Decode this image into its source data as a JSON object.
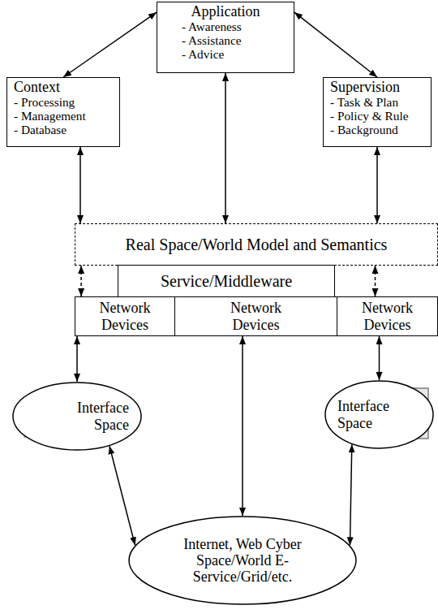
{
  "diagram": {
    "nodes": [
      {
        "text": [
          "Application",
          "- Awareness",
          "- Assistance",
          "- Advice"
        ]
      },
      {
        "text": [
          "Context",
          "- Processing",
          "- Management",
          "- Database"
        ]
      },
      {
        "text": [
          "Supervision",
          "- Task & Plan",
          "- Policy & Rule",
          "- Background"
        ]
      },
      {
        "text": [
          "Real Space/World Model and Semantics"
        ]
      },
      {
        "text": [
          "Service/Middleware"
        ]
      },
      {
        "text": [
          "Network Devices"
        ]
      },
      {
        "text": [
          "Network Devices"
        ]
      },
      {
        "text": [
          "Network Devices"
        ]
      },
      {
        "text": [
          "Interface Space"
        ]
      },
      {
        "text": [
          "Interface Space"
        ]
      },
      {
        "text": [
          "Internet, Web Cyber Space/World E-Service/Grid/etc."
        ]
      }
    ],
    "edges": [
      {
        "from": 0,
        "to": 1,
        "arrow": "both"
      },
      {
        "from": 0,
        "to": 2,
        "arrow": "both"
      },
      {
        "from": 0,
        "to": 3,
        "arrow": "both"
      },
      {
        "from": 1,
        "to": 3,
        "arrow": "both"
      },
      {
        "from": 2,
        "to": 3,
        "arrow": "both"
      },
      {
        "from": 3,
        "to": 5,
        "arrow": "both"
      },
      {
        "from": 3,
        "to": 7,
        "arrow": "both"
      },
      {
        "from": 5,
        "to": 8,
        "arrow": "both"
      },
      {
        "from": 6,
        "to": 10,
        "arrow": "both"
      },
      {
        "from": 7,
        "to": 9,
        "arrow": "both"
      },
      {
        "from": 8,
        "to": 10,
        "arrow": "both"
      },
      {
        "from": 9,
        "to": 10,
        "arrow": "both"
      }
    ]
  }
}
